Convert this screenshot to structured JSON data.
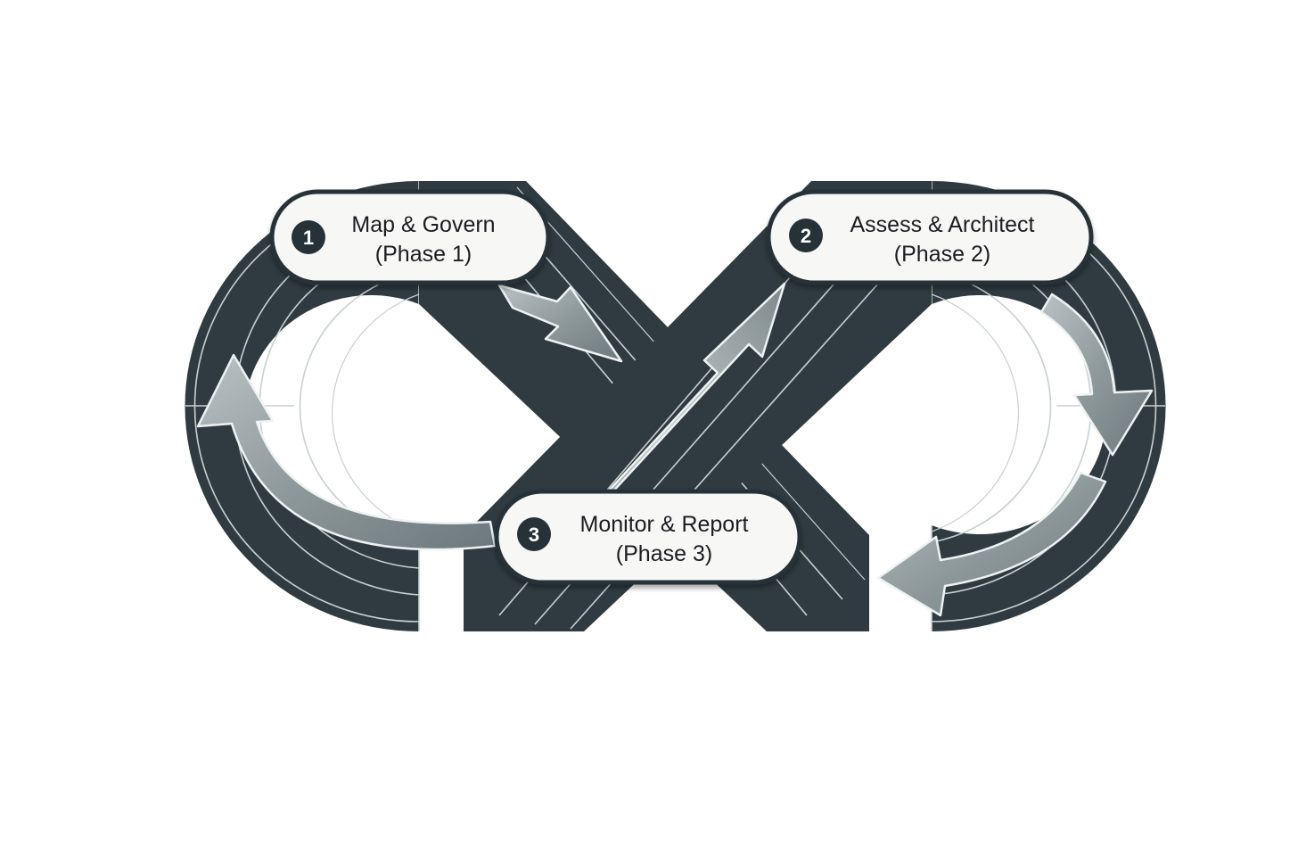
{
  "phases": [
    {
      "number": "1",
      "title": "Map & Govern",
      "subtitle": "(Phase 1)"
    },
    {
      "number": "2",
      "title": "Assess & Architect",
      "subtitle": "(Phase 2)"
    },
    {
      "number": "3",
      "title": "Monitor & Report",
      "subtitle": "(Phase 3)"
    }
  ],
  "colors": {
    "track": "#2f3b40",
    "track_light": "#5c6a6f",
    "lane_line": "#c8d0d2",
    "arrow_fill": "#8e999c",
    "arrow_edge": "#e9eeef",
    "label_bg": "#f7f7f5",
    "label_border": "#263238",
    "badge": "#263238"
  }
}
